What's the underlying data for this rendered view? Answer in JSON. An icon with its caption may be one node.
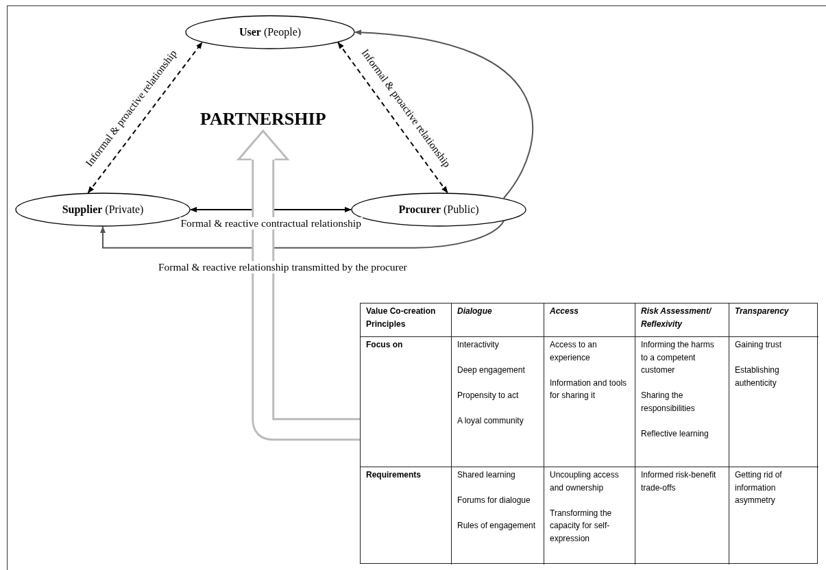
{
  "diagram": {
    "nodes": [
      {
        "text": [
          "**User** (People)"
        ]
      },
      {
        "text": [
          "**Supplier** (Private)"
        ]
      },
      {
        "text": [
          "**Procurer** (Public)"
        ]
      },
      {
        "text": [
          "PARTNERSHIP"
        ]
      },
      {
        "text": [],
        "shape": "box"
      }
    ],
    "edges": [
      {
        "from": 1,
        "to": 0,
        "arrow": "both",
        "style": "dashed",
        "label": "Informal & proactive relationship"
      },
      {
        "from": 0,
        "to": 2,
        "arrow": "both",
        "style": "dashed",
        "label": "Informal & proactive relationship"
      },
      {
        "from": 1,
        "to": 2,
        "arrow": "both",
        "label": "Formal & reactive contractual relationship"
      },
      {
        "from": 2,
        "to": 0,
        "arrow": "to",
        "color": "#555555"
      },
      {
        "from": 2,
        "to": 1,
        "arrow": "to",
        "color": "#555555",
        "label": "Formal & reactive relationship transmitted by the procurer"
      },
      {
        "from": 4,
        "to": 3,
        "arrow": "to",
        "style": "thick",
        "color": "#bbbbbb"
      }
    ],
    "labels": [
      "Value Co-creation Principles",
      "Dialogue",
      "Access",
      "Risk Assessment/ Reflexivity",
      "Transparency",
      "Focus on",
      "Interactivity",
      "Deep engagement",
      "Propensity to act",
      "A loyal community",
      "Access to an experience",
      "Information and tools for sharing it",
      "Informing the harms to a competent customer",
      "Sharing the responsibilities",
      "Reflective learning",
      "Gaining trust",
      "Establishing authenticity",
      "Requirements",
      "Shared learning",
      "Forums for dialogue",
      "Rules of engagement",
      "Uncoupling access and ownership",
      "Transforming the capacity for self-expression",
      "Informed risk-benefit trade-offs",
      "Getting rid of information asymmetry"
    ]
  }
}
